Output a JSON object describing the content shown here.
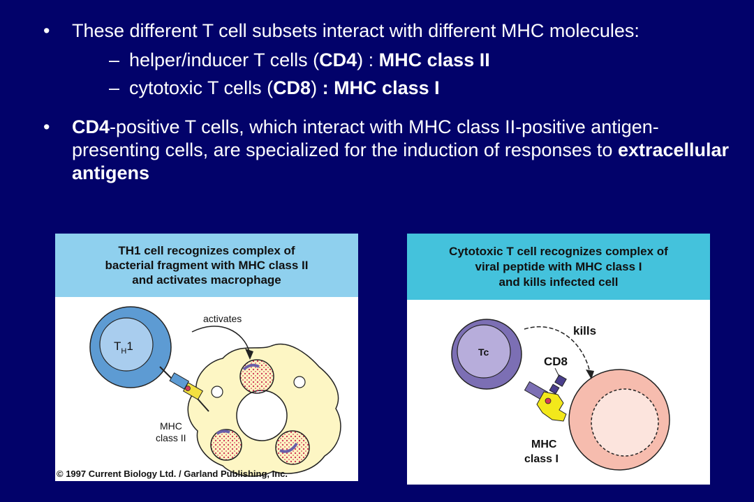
{
  "bullets": {
    "first": {
      "marker": "•",
      "text": "These different T cell subsets interact with different MHC molecules:",
      "items": [
        {
          "dash": "–",
          "pre": "helper/inducer T cells (",
          "bold1": "CD4",
          "mid": ")  :  ",
          "bold2": "MHC class II"
        },
        {
          "dash": "–",
          "pre": "cytotoxic T cells (",
          "bold1": "CD8",
          "mid": ")  ",
          "bold2": ":  MHC class I"
        }
      ]
    },
    "second": {
      "marker": "•",
      "bold_start": "CD4",
      "text": "-positive T cells, which interact with MHC class II-positive antigen-presenting cells, are specialized for the induction of responses to ",
      "bold_end": "extracellular antigens"
    }
  },
  "figure_left": {
    "header_lines": [
      "TH1 cell recognizes complex of",
      "bacterial fragment with MHC class II",
      "and activates macrophage"
    ],
    "cell_label_main": "T",
    "cell_label_sub": "H",
    "cell_label_num": "1",
    "arrow_label": "activates",
    "mhc_line1": "MHC",
    "mhc_line2": "class II",
    "copyright": "© 1997 Current Biology Ltd. / Garland Publishing, Inc.",
    "colors": {
      "header": "#8fd0ee",
      "t_cell": "#5d9bd3",
      "macrophage": "#fdf6c4",
      "vesicle_dots": "#d23a5a"
    }
  },
  "figure_right": {
    "header_lines": [
      "Cytotoxic T cell recognizes complex of",
      "viral peptide with MHC class I",
      "and kills infected cell"
    ],
    "cell_label": "Tc",
    "arrow_label": "kills",
    "cd8_label": "CD8",
    "mhc_line1": "MHC",
    "mhc_line2": "class I",
    "colors": {
      "header": "#44c2dc",
      "t_cell": "#7c6fb4",
      "target_cell": "#f6bcae",
      "mhc": "#f3e81b"
    }
  }
}
